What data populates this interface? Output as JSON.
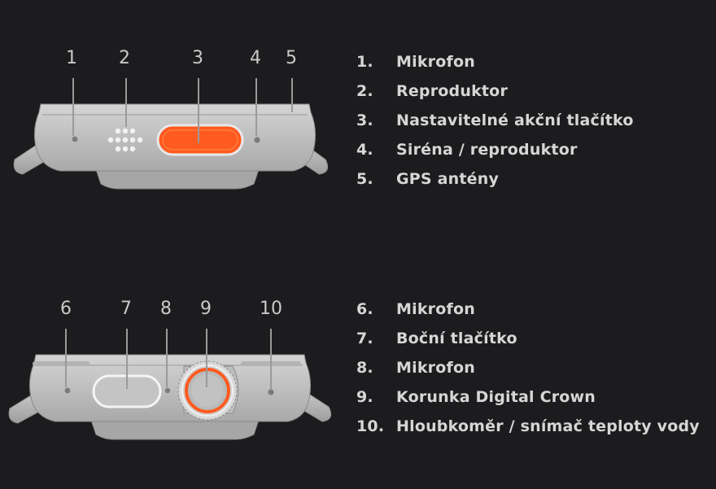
{
  "top_view": {
    "callouts": [
      "1",
      "2",
      "3",
      "4",
      "5"
    ],
    "legend": [
      {
        "num": "1.",
        "text": "Mikrofon"
      },
      {
        "num": "2.",
        "text": "Reproduktor"
      },
      {
        "num": "3.",
        "text": "Nastavitelné akční tlačítko"
      },
      {
        "num": "4.",
        "text": "Siréna / reproduktor"
      },
      {
        "num": "5.",
        "text": "GPS antény"
      }
    ]
  },
  "bottom_view": {
    "callouts": [
      "6",
      "7",
      "8",
      "9",
      "10"
    ],
    "legend": [
      {
        "num": "6.",
        "text": "Mikrofon"
      },
      {
        "num": "7.",
        "text": "Boční tlačítko"
      },
      {
        "num": "8.",
        "text": "Mikrofon"
      },
      {
        "num": "9.",
        "text": "Korunka Digital Crown"
      },
      {
        "num": "10.",
        "text": "Hloubkoměr / snímač teploty vody"
      }
    ]
  },
  "colors": {
    "background": "#1c1c1e",
    "case": "#c8c8c8",
    "action_button": "#ff5a1f",
    "crown_ring": "#ff5a1f",
    "leader_line": "#9a9a9a"
  }
}
